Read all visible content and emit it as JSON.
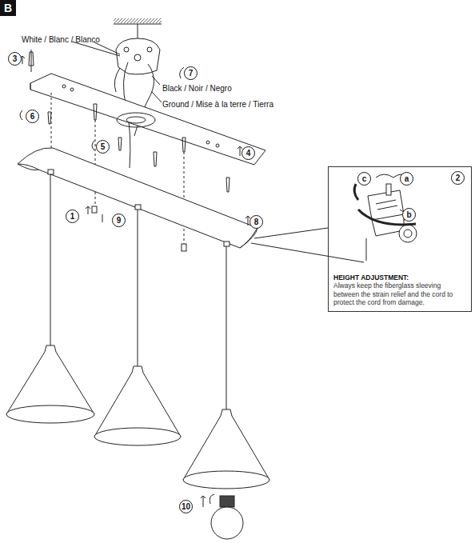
{
  "diagram": {
    "nodes": [
      {
        "text": [
          "HEIGHT ADJUSTMENT:",
          "Always keep the fiberglass sleeving between the strain relief and the cord to protect the cord from damage."
        ]
      }
    ],
    "labels": [
      "B",
      "White / Blanc / Blanco",
      "3",
      "7",
      "Black / Noir / Negro",
      "Ground / Mise à la terre / Tierra",
      "6",
      "5",
      "4",
      "c",
      "a",
      "2",
      "b",
      "1",
      "9",
      "8",
      "10"
    ]
  }
}
